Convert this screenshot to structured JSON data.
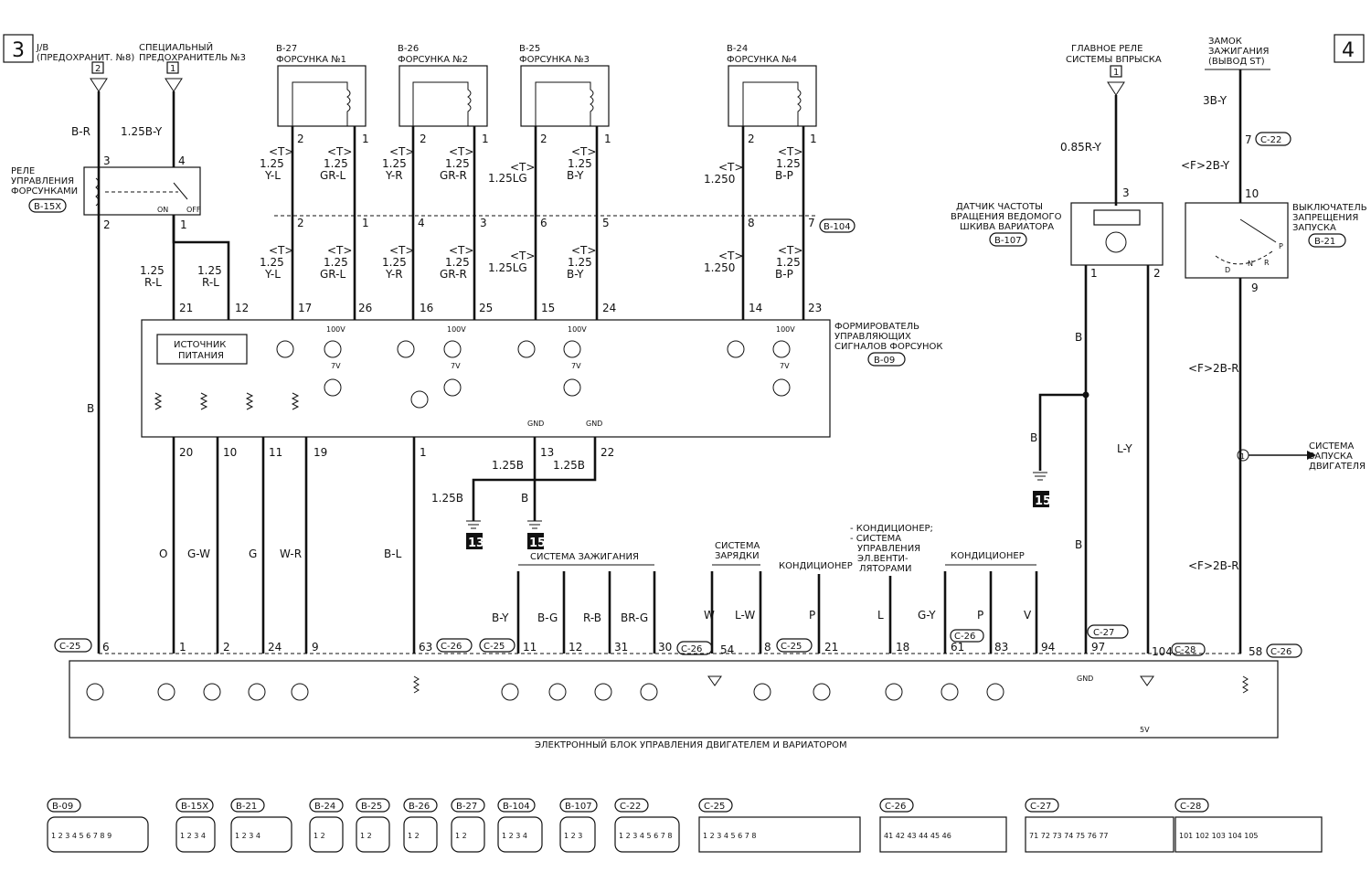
{
  "page_markers": {
    "left": "3",
    "right": "4"
  },
  "top_left": {
    "jb_label": "J/B",
    "jb_sub": "(ПРЕДОХРАНИТ. №8)",
    "jb_pin": "2",
    "fuse_label": "СПЕЦИАЛЬНЫЙ",
    "fuse_sub": "ПРЕДОХРАНИТЕЛЬ №3",
    "fuse_pin": "1",
    "wire_left": "B-R",
    "wire_right": "1.25B-Y"
  },
  "relay": {
    "label_1": "РЕЛЕ",
    "label_2": "УПРАВЛЕНИЯ",
    "label_3": "ФОРСУНКАМИ",
    "code": "B-15X",
    "pin_3": "3",
    "pin_4": "4",
    "pin_2": "2",
    "pin_1": "1",
    "on": "ON",
    "off": "OFF"
  },
  "injectors": [
    {
      "code": "B-27",
      "name": "ФОРСУНКА №1",
      "pin_a": "2",
      "pin_b": "1",
      "wa_top": "1.25",
      "wa_bot": "Y-L",
      "wb_top": "1.25",
      "wb_bot": "GR-L",
      "conn_a": "2",
      "conn_b": "1",
      "ecu_a": "17",
      "ecu_b": "26"
    },
    {
      "code": "B-26",
      "name": "ФОРСУНКА №2",
      "pin_a": "2",
      "pin_b": "1",
      "wa_top": "1.25",
      "wa_bot": "Y-R",
      "wb_top": "1.25",
      "wb_bot": "GR-R",
      "conn_a": "4",
      "conn_b": "3",
      "ecu_a": "16",
      "ecu_b": "25"
    },
    {
      "code": "B-25",
      "name": "ФОРСУНКА №3",
      "pin_a": "2",
      "pin_b": "1",
      "wa_top": "1.25LG",
      "wa_bot": "",
      "wb_top": "1.25",
      "wb_bot": "B-Y",
      "conn_a": "6",
      "conn_b": "5",
      "ecu_a": "15",
      "ecu_b": "24"
    },
    {
      "code": "B-24",
      "name": "ФОРСУНКА №4",
      "pin_a": "2",
      "pin_b": "1",
      "wa_top": "1.250",
      "wa_bot": "",
      "wb_top": "1.25",
      "wb_bot": "B-P",
      "conn_a": "8",
      "conn_b": "7",
      "ecu_a": "14",
      "ecu_b": "23"
    }
  ],
  "t_mark": "<T>",
  "conn_b104": "B-104",
  "driver": {
    "wire_left_top": "1.25",
    "wire_left_bot": "R-L",
    "wire_right_top": "1.25",
    "wire_right_bot": "R-L",
    "pin_21": "21",
    "pin_12": "12",
    "power_1": "ИСТОЧНИК",
    "power_2": "ПИТАНИЯ",
    "name_1": "ФОРМИРОВАТЕЛЬ",
    "name_2": "УПРАВЛЯЮЩИХ",
    "name_3": "СИГНАЛОВ ФОРСУНОК",
    "code": "B-09",
    "v100": "100V",
    "v7": "7V",
    "gnd": "GND",
    "bottom_pins": [
      "20",
      "10",
      "11",
      "19",
      "1"
    ],
    "pin_13": "13",
    "pin_22": "22"
  },
  "ground_wires": {
    "w1": "1.25B",
    "w2": "1.25B",
    "w3": "1.25B",
    "w4": "B",
    "g13": "13",
    "g15": "15"
  },
  "left_wires": {
    "b": "B",
    "o": "O",
    "gw": "G-W",
    "g": "G",
    "wr": "W-R",
    "bl": "B-L"
  },
  "ignition": {
    "title": "СИСТЕМА ЗАЖИГАНИЯ",
    "wires": [
      "B-Y",
      "B-G",
      "R-B",
      "BR-G"
    ],
    "pins": [
      "11",
      "12",
      "31",
      "30"
    ]
  },
  "charging": {
    "title_1": "СИСТЕМА",
    "title_2": "ЗАРЯДКИ",
    "wires": [
      "W",
      "L-W"
    ],
    "pins": [
      "54",
      "8"
    ]
  },
  "ac1": {
    "title": "КОНДИЦИОНЕР",
    "wire": "P",
    "pin": "21"
  },
  "ac2": {
    "title_1": "- КОНДИЦИОНЕР;",
    "title_2": "- СИСТЕМА",
    "title_3": "УПРАВЛЕНИЯ",
    "title_4": "ЭЛ.ВЕНТИ-",
    "title_5": "ЛЯТОРАМИ",
    "wire": "L",
    "pin": "18"
  },
  "ac3": {
    "title": "КОНДИЦИОНЕР",
    "wires": [
      "G-Y",
      "P",
      "V"
    ],
    "pins": [
      "61",
      "83",
      "94"
    ]
  },
  "right_side": {
    "main_relay_1": "ГЛАВНОЕ РЕЛЕ",
    "main_relay_2": "СИСТЕМЫ ВПРЫСКА",
    "main_relay_pin": "1",
    "wire_085": "0.85R-Y",
    "sensor_1": "ДАТЧИК ЧАСТОТЫ",
    "sensor_2": "ВРАЩЕНИЯ ВЕДОМОГО",
    "sensor_3": "ШКИВА ВАРИАТОРА",
    "sensor_code": "B-107",
    "sensor_pin_3": "3",
    "sensor_pin_1": "1",
    "sensor_pin_2": "2",
    "wire_b1": "B",
    "wire_b2": "B",
    "wire_b3": "B",
    "wire_ly": "L-Y",
    "g15": "15",
    "pin_97": "97",
    "pin_104": "104",
    "gnd": "GND",
    "ign_1": "ЗАМОК",
    "ign_2": "ЗАЖИГАНИЯ",
    "ign_3": "(ВЫВОД ST)",
    "wire_3by": "3B-Y",
    "pin_7": "7",
    "c22": "C-22",
    "wire_f2by": "<F>2B-Y",
    "pin_10": "10",
    "inhibit_1": "ВЫКЛЮЧАТЕЛЬ",
    "inhibit_2": "ЗАПРЕЩЕНИЯ",
    "inhibit_3": "ЗАПУСКА",
    "inhibit_code": "B-21",
    "p": "P",
    "d": "D",
    "n": "N",
    "r": "R",
    "pin_9": "9",
    "wire_f2br": "<F>2B-R",
    "wire_f2br2": "<F>2B-R",
    "start_1": "СИСТЕМА",
    "start_2": "ЗАПУСКА",
    "start_3": "ДВИГАТЕЛЯ",
    "start_node": "1",
    "pin_58": "58",
    "c26": "C-26",
    "v5": "5V"
  },
  "ecu": {
    "label": "ЭЛЕКТРОННЫЙ БЛОК УПРАВЛЕНИЯ ДВИГАТЕЛЕМ И ВАРИАТОРОМ",
    "c25": "C-25",
    "c26": "C-26",
    "c27": "C-27",
    "c28": "C-28",
    "pin_6": "6",
    "pin_1": "1",
    "pin_2": "2",
    "pin_24": "24",
    "pin_9": "9",
    "pin_63": "63"
  },
  "connectors": [
    {
      "code": "B-09",
      "text": "1 2 3 4 5 6 7 8 9"
    },
    {
      "code": "B-15X",
      "text": "1 2 3 4"
    },
    {
      "code": "B-21",
      "text": "1 2 3 4"
    },
    {
      "code": "B-24",
      "text": "1 2"
    },
    {
      "code": "B-25",
      "text": "1 2"
    },
    {
      "code": "B-26",
      "text": "1 2"
    },
    {
      "code": "B-27",
      "text": "1 2"
    },
    {
      "code": "B-104",
      "text": "1 2 3 4"
    },
    {
      "code": "B-107",
      "text": "1 2 3"
    },
    {
      "code": "C-22",
      "text": "1 2 3 4 5 6 7 8"
    },
    {
      "code": "C-25",
      "text": "1 2 3 4 5 6 7 8"
    },
    {
      "code": "C-26",
      "text": "41 42 43 44 45 46"
    },
    {
      "code": "C-27",
      "text": "71 72 73 74 75 76 77"
    },
    {
      "code": "C-28",
      "text": "101 102 103 104 105"
    }
  ]
}
